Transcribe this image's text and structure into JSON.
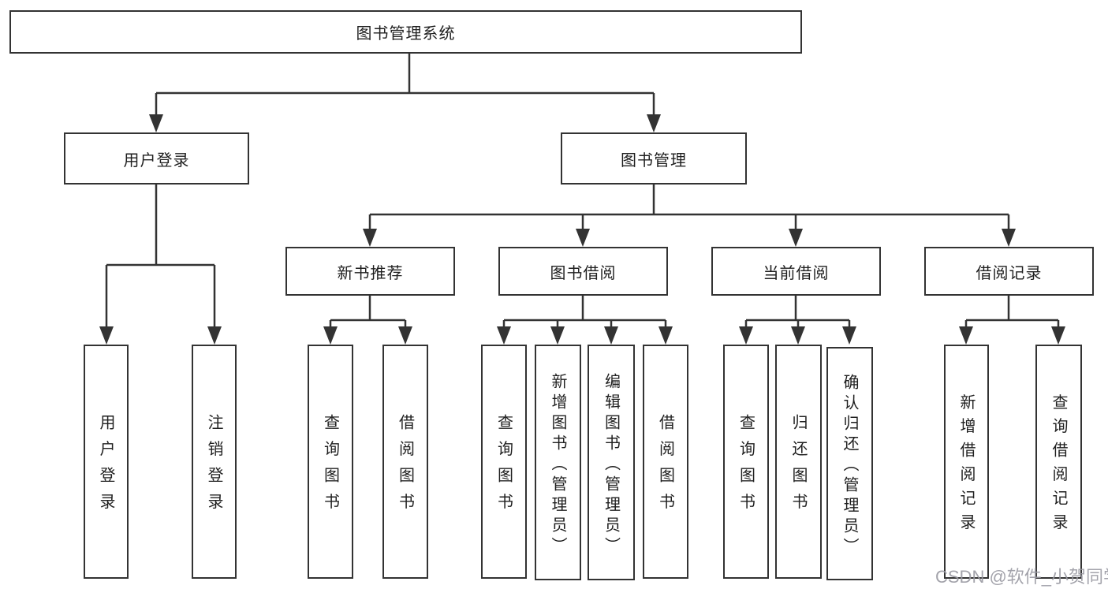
{
  "palette": {
    "line_color": "#333333",
    "box_background": "#ffffff",
    "text_color": "#1f1f1f",
    "watermark_color": "#9a9aa2"
  },
  "tree": {
    "root": {
      "label": "图书管理系统"
    },
    "branches": [
      {
        "label": "用户登录",
        "children": [
          {
            "label": "用户登录"
          },
          {
            "label": "注销登录"
          }
        ]
      },
      {
        "label": "图书管理",
        "children": [
          {
            "label": "新书推荐",
            "children": [
              {
                "label": "查询图书"
              },
              {
                "label": "借阅图书"
              }
            ]
          },
          {
            "label": "图书借阅",
            "children": [
              {
                "label": "查询图书"
              },
              {
                "label": "新增图书（管理员）"
              },
              {
                "label": "编辑图书（管理员）"
              },
              {
                "label": "借阅图书"
              }
            ]
          },
          {
            "label": "当前借阅",
            "children": [
              {
                "label": "查询图书"
              },
              {
                "label": "归还图书"
              },
              {
                "label": "确认归还（管理员）"
              }
            ]
          },
          {
            "label": "借阅记录",
            "children": [
              {
                "label": "新增借阅记录"
              },
              {
                "label": "查询借阅记录"
              }
            ]
          }
        ]
      }
    ]
  },
  "watermark": {
    "text": "CSDN @软件_小贺同学"
  }
}
